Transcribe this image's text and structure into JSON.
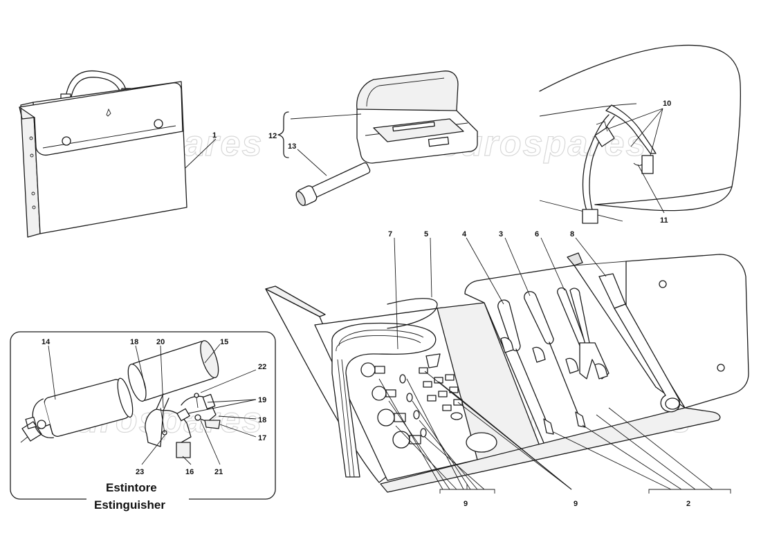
{
  "watermark": "eurospares",
  "caption": {
    "line1": "Estintore",
    "line2": "Estinguisher"
  },
  "callouts": {
    "c1": "1",
    "c2": "2",
    "c3": "3",
    "c4": "4",
    "c5": "5",
    "c6": "6",
    "c7": "7",
    "c8": "8",
    "c9a": "9",
    "c9b": "9",
    "c10": "10",
    "c11": "11",
    "c12": "12",
    "c13": "13",
    "c14": "14",
    "c15": "15",
    "c16": "16",
    "c17": "17",
    "c18a": "18",
    "c18b": "18",
    "c19": "19",
    "c20": "20",
    "c21": "21",
    "c22": "22",
    "c23": "23"
  }
}
